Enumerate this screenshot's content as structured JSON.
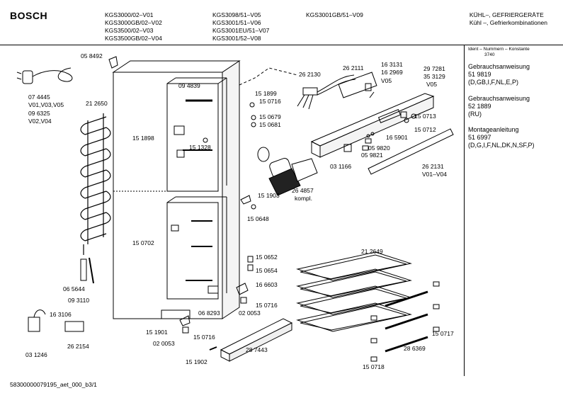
{
  "header": {
    "brand": "BOSCH",
    "models_col1": [
      "KGS3000/02–V01",
      "KGS3000GB/02–V02",
      "KGS3500/02–V03",
      "KGS3500GB/02–V04"
    ],
    "models_col2": [
      "KGS3098/51–V05",
      "KGS3001/51–V06",
      "KGS3001EU/51–V07",
      "KGS3001/52–V08"
    ],
    "models_col3": [
      "KGS3001GB/51–V09"
    ],
    "category_line1": "KÜHL–, GEFRIERGERÄTE",
    "category_line2": "Kühl –, Gefrierkombinationen"
  },
  "sidebar": {
    "ident_header": "Ident – Nummern – Konstante",
    "ident_value": "3740",
    "documents": [
      {
        "title": "Gebrauchsanweisung",
        "number": "51 9819",
        "langs": "(D,GB,I,F,NL,E,P)"
      },
      {
        "title": "Gebrauchsanweisung",
        "number": "52 1889",
        "langs": "(RU)"
      },
      {
        "title": "Montageanleitung",
        "number": "51 6997",
        "langs": "(D,G,I,F,NL,DK,N,SF,P)"
      }
    ]
  },
  "parts": [
    {
      "label": "05 8492",
      "id": "p058492"
    },
    {
      "label": "09 4839",
      "id": "p094839"
    },
    {
      "label": "26 2130",
      "id": "p262130"
    },
    {
      "label": "26 2111",
      "id": "p262111"
    },
    {
      "label": "16 3131",
      "id": "p163131a"
    },
    {
      "label": "16 2969",
      "id": "p162969"
    },
    {
      "label": "V05",
      "id": "v05a"
    },
    {
      "label": "29 7281",
      "id": "p297281"
    },
    {
      "label": "35 3129",
      "id": "p353129"
    },
    {
      "label": "V05",
      "id": "v05b"
    },
    {
      "label": "07 4445",
      "id": "p074445"
    },
    {
      "label": "V01,V03,V05",
      "id": "v010305"
    },
    {
      "label": "09 6325",
      "id": "p096325"
    },
    {
      "label": "V02,V04",
      "id": "v0204"
    },
    {
      "label": "21 2650",
      "id": "p212650"
    },
    {
      "label": "15 1899",
      "id": "p151899"
    },
    {
      "label": "15 0716",
      "id": "p150716a"
    },
    {
      "label": "15 0679",
      "id": "p150679"
    },
    {
      "label": "15 0681",
      "id": "p150681"
    },
    {
      "label": "15 0713",
      "id": "p150713"
    },
    {
      "label": "15 0712",
      "id": "p150712"
    },
    {
      "label": "15 1898",
      "id": "p151898"
    },
    {
      "label": "15 1328",
      "id": "p151328"
    },
    {
      "label": "16 5901",
      "id": "p165901"
    },
    {
      "label": "05 9820",
      "id": "p059820"
    },
    {
      "label": "05 9821",
      "id": "p059821"
    },
    {
      "label": "03 1166",
      "id": "p031166"
    },
    {
      "label": "26 2131",
      "id": "p262131"
    },
    {
      "label": "V01–V04",
      "id": "v0104"
    },
    {
      "label": "15 1903",
      "id": "p151903"
    },
    {
      "label": "26 4857",
      "id": "p264857"
    },
    {
      "label": "kompl.",
      "id": "kompl"
    },
    {
      "label": "15 0648",
      "id": "p150648"
    },
    {
      "label": "15 0702",
      "id": "p150702"
    },
    {
      "label": "15 0652",
      "id": "p150652"
    },
    {
      "label": "15 0654",
      "id": "p150654"
    },
    {
      "label": "21 2649",
      "id": "p212649"
    },
    {
      "label": "06 5644",
      "id": "p065644"
    },
    {
      "label": "09 3110",
      "id": "p093110"
    },
    {
      "label": "16 6603",
      "id": "p166603"
    },
    {
      "label": "15 0716",
      "id": "p150716b"
    },
    {
      "label": "02 0053",
      "id": "p020053a"
    },
    {
      "label": "06 8293",
      "id": "p068293"
    },
    {
      "label": "16 3106",
      "id": "p163106"
    },
    {
      "label": "15 1901",
      "id": "p151901"
    },
    {
      "label": "15 0716",
      "id": "p150716c"
    },
    {
      "label": "02 0053",
      "id": "p020053b"
    },
    {
      "label": "26 2154",
      "id": "p262154"
    },
    {
      "label": "03 1246",
      "id": "p031246"
    },
    {
      "label": "28 7443",
      "id": "p287443"
    },
    {
      "label": "15 1902",
      "id": "p151902"
    },
    {
      "label": "15 0717",
      "id": "p150717"
    },
    {
      "label": "28 6369",
      "id": "p286369"
    },
    {
      "label": "15 0718",
      "id": "p150718"
    }
  ],
  "footer": {
    "code": "58300000079195_aet_000_b3/1"
  }
}
